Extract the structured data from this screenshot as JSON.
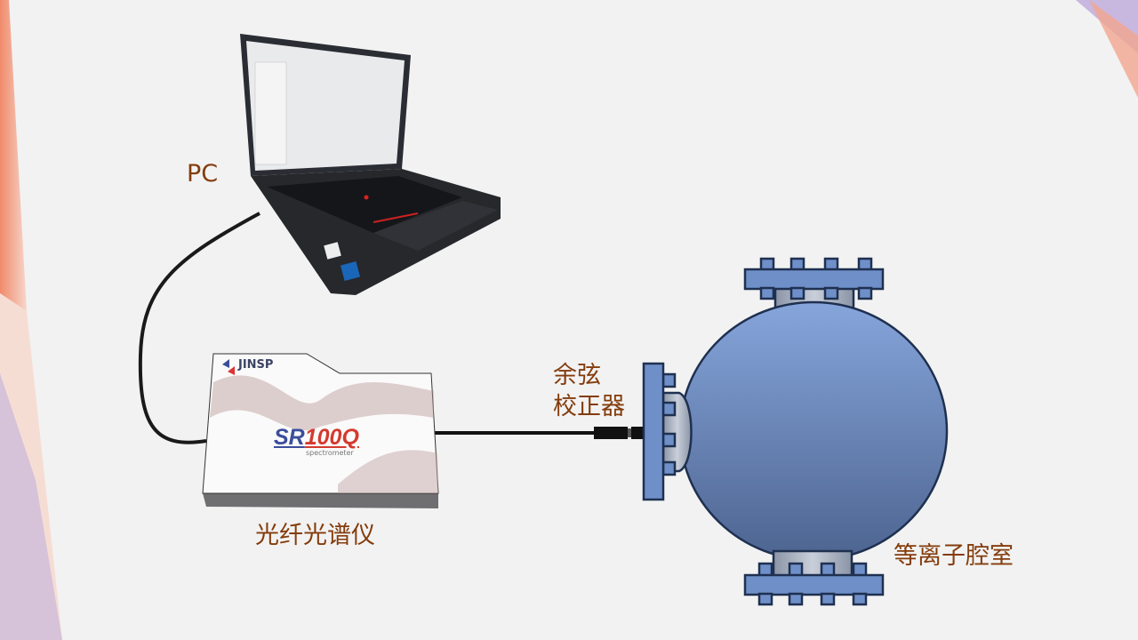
{
  "labels": {
    "pc": "PC",
    "spectrometer": "光纤光谱仪",
    "corrector_line1": "余弦",
    "corrector_line2": "校正器",
    "chamber": "等离子腔室"
  },
  "device": {
    "brand": "JINSP",
    "model_prefix": "SR",
    "model_number": "100Q",
    "model_sub": "spectrometer"
  },
  "colors": {
    "label": "#843c0c",
    "chamber_top": "#85a3d8",
    "chamber_bottom": "#4e6590",
    "flange": "#6f8fc9",
    "outline": "#1f3050"
  }
}
